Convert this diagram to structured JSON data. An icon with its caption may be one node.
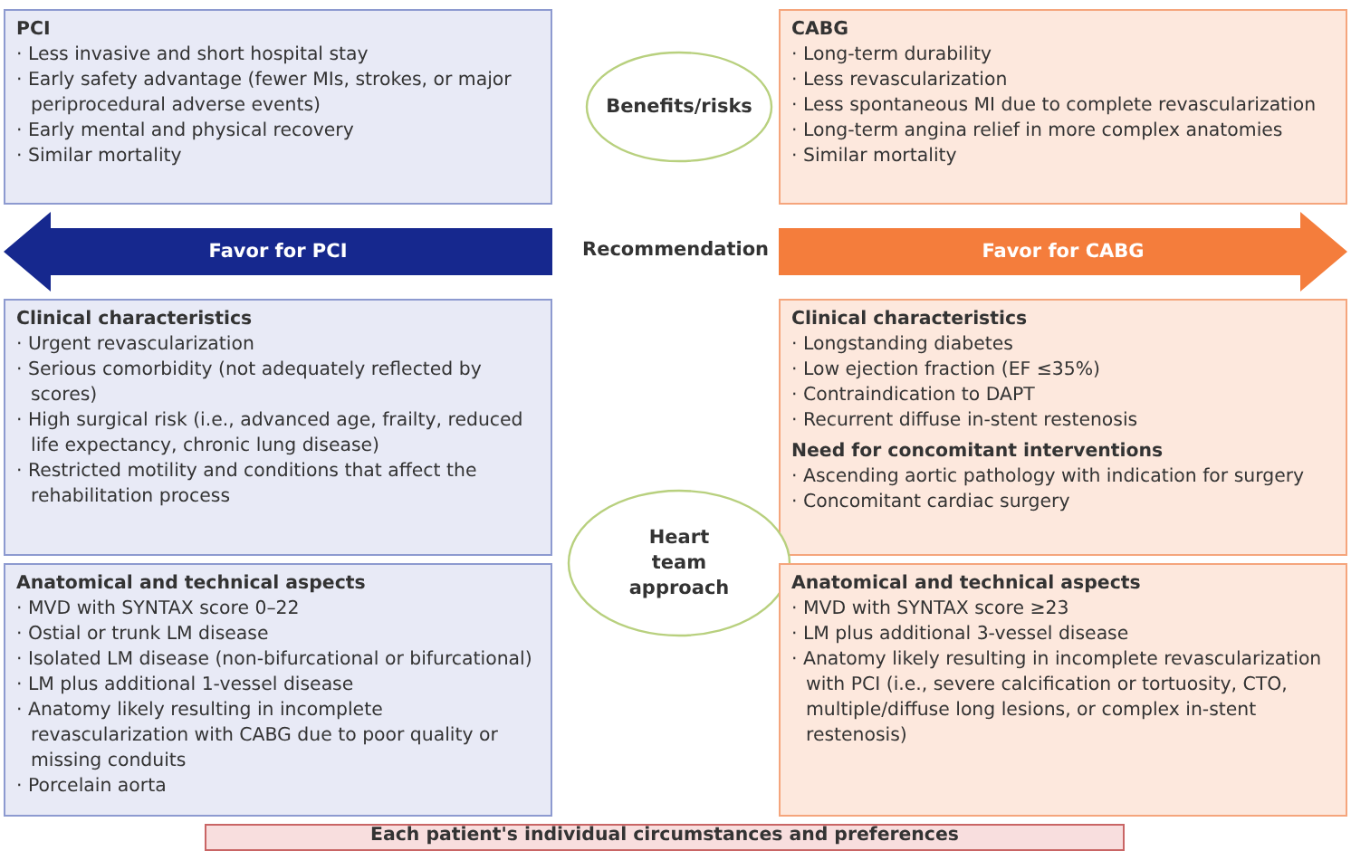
{
  "diagram": {
    "nodes": [
      {
        "text": [
          "PCI",
          "· Less invasive and short hospital stay",
          "· Early safety advantage (fewer MIs, strokes, or major periprocedural adverse events)",
          "· Early mental and physical recovery",
          "· Similar mortality"
        ]
      },
      {
        "text": [
          "Benefits/risks"
        ]
      },
      {
        "text": [
          "CABG",
          "· Long-term durability",
          "· Less revascularization",
          "· Less spontaneous MI due to complete revascularization",
          "· Long-term angina relief in more complex anatomies",
          "· Similar mortality"
        ]
      },
      {
        "text": [
          "Favor for PCI"
        ]
      },
      {
        "text": [
          "Favor for CABG"
        ]
      },
      {
        "text": [
          "Clinical characteristics",
          "· Urgent revascularization",
          "· Serious comorbidity (not adequately reflected by scores)",
          "· High surgical risk (i.e., advanced age, frailty, reduced life expectancy, chronic lung disease)",
          "· Restricted motility and conditions that affect the rehabilitation process"
        ]
      },
      {
        "text": [
          "Clinical characteristics",
          "· Longstanding diabetes",
          "· Low ejection fraction (EF ≤35%)",
          "· Contraindication to DAPT",
          "· Recurrent diffuse in-stent restenosis",
          "Need for concomitant interventions",
          "· Ascending aortic pathology with indication for surgery",
          "· Concomitant cardiac surgery"
        ]
      },
      {
        "text": [
          "Heart team approach"
        ]
      },
      {
        "text": [
          "Anatomical and technical aspects",
          "· MVD with SYNTAX score 0–22",
          "· Ostial or trunk LM disease",
          "· Isolated LM disease (non-bifurcational or bifurcational)",
          "· LM plus additional 1-vessel disease",
          "· Anatomy likely resulting in incomplete revascularization with CABG due to poor quality or missing conduits",
          "· Porcelain aorta"
        ]
      },
      {
        "text": [
          "Anatomical and technical aspects",
          "· MVD with SYNTAX score ≥23",
          "· LM plus additional 3-vessel disease",
          "· Anatomy likely resulting in incomplete revascularization with PCI (i.e., severe calcification or tortuosity, CTO, multiple/diffuse long lesions, or complex in-stent restenosis)"
        ]
      },
      {
        "text": [
          "Each patient's individual circumstances and preferences"
        ]
      }
    ],
    "labels": [
      "Recommendation"
    ]
  }
}
